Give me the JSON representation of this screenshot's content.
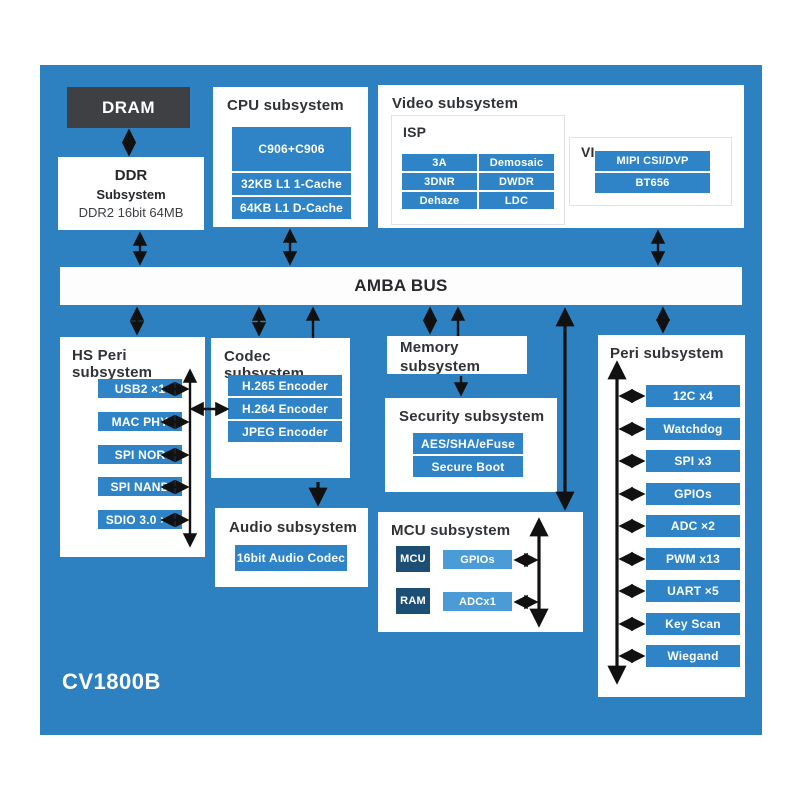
{
  "chip_label": "CV1800B",
  "colors": {
    "panel_blue": "#2e81c1",
    "cell_blue": "#2e84c6",
    "mcu_light_blue": "#4a9bd6",
    "dark_navy": "#1d4f76",
    "dram_gray": "#3f4043",
    "arrow_black": "#111111",
    "box_white": "#ffffff"
  },
  "blocks": {
    "dram": {
      "label": "DRAM"
    },
    "ddr": {
      "line1": "DDR",
      "line2": "Subsystem",
      "line3": "DDR2 16bit 64MB"
    },
    "cpu": {
      "title": "CPU subsystem",
      "cells": [
        "C906+C906",
        "32KB L1 1-Cache",
        "64KB L1 D-Cache"
      ]
    },
    "video": {
      "title": "Video subsystem",
      "isp": {
        "title": "ISP",
        "cells": [
          "3A",
          "Demosaic",
          "3DNR",
          "DWDR",
          "Dehaze",
          "LDC"
        ]
      },
      "vi": {
        "title": "VI",
        "cells": [
          "MIPI CSI/DVP",
          "BT656"
        ]
      }
    },
    "amba": {
      "label": "AMBA BUS"
    },
    "hs_peri": {
      "title": "HS Peri subsystem",
      "cells": [
        "USB2 ×1",
        "MAC PHY",
        "SPI NOR",
        "SPI NAND",
        "SDIO 3.0 ×2"
      ]
    },
    "codec": {
      "title": "Codec subsystem",
      "cells": [
        "H.265 Encoder",
        "H.264 Encoder",
        "JPEG Encoder"
      ]
    },
    "memory": {
      "title": "Memory subsystem"
    },
    "security": {
      "title": "Security subsystem",
      "cells": [
        "AES/SHA/eFuse",
        "Secure Boot"
      ]
    },
    "audio": {
      "title": "Audio subsystem",
      "cells": [
        "16bit Audio Codec"
      ]
    },
    "mcu": {
      "title": "MCU subsystem",
      "left_cells": [
        "MCU",
        "RAM"
      ],
      "right_cells": [
        "GPIOs",
        "ADCx1"
      ]
    },
    "peri": {
      "title": "Peri subsystem",
      "cells": [
        "12C x4",
        "Watchdog",
        "SPI x3",
        "GPIOs",
        "ADC ×2",
        "PWM x13",
        "UART ×5",
        "Key Scan",
        "Wiegand"
      ]
    }
  }
}
